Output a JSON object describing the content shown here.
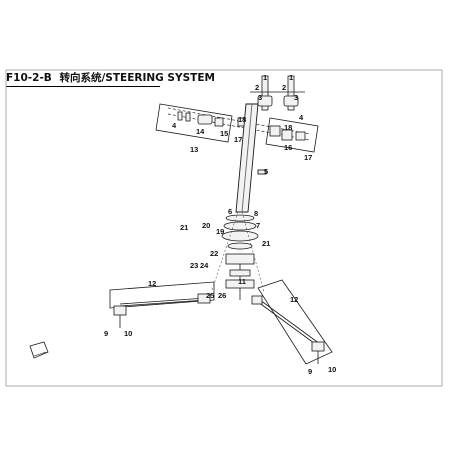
{
  "title": {
    "code": "F10-2-B",
    "name": "转向系统/STEERING SYSTEM"
  },
  "labels": {
    "n1": "1",
    "n2": "2",
    "n3": "3",
    "n4": "4",
    "n5": "5",
    "n6": "6",
    "n7": "7",
    "n8": "8",
    "n9": "9",
    "n10": "10",
    "n11": "11",
    "n12": "12",
    "n13": "13",
    "n14": "14",
    "n15": "15",
    "n16": "16",
    "n17": "17",
    "n18": "18",
    "n19": "19",
    "n20": "20",
    "n21": "21",
    "n22": "22",
    "n23": "23",
    "n24": "24",
    "n25": "25",
    "n26": "26"
  },
  "front_marker": "FRONT",
  "colors": {
    "line": "#1a1a1a",
    "part_fill": "#f2f2f2",
    "shadow": "#888888"
  }
}
